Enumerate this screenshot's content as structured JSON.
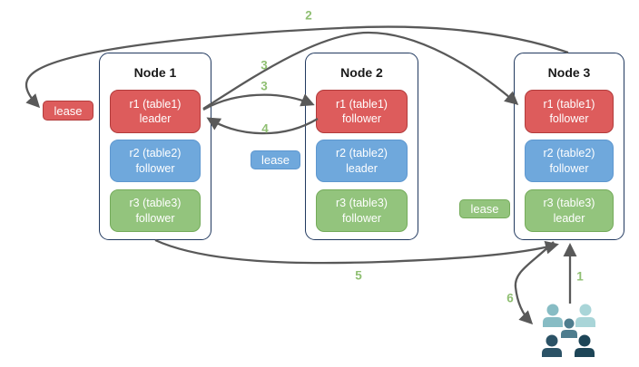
{
  "diagram_type": "replication-leaseholder-diagram",
  "colors": {
    "red_fill": "#dd5c5c",
    "red_border": "#b23b3b",
    "blue_fill": "#6fa8dc",
    "blue_border": "#5e97cf",
    "green_fill": "#93c47d",
    "green_border": "#74ab5a",
    "node_border": "#21395f",
    "node_fill": "#ffffff",
    "arrow": "#595959",
    "label_green": "#8fbf72",
    "title_color": "#1a1a1a",
    "users_1": "#87bcc4",
    "users_2": "#a9d5d8",
    "users_3": "#4e7d8e",
    "users_4": "#2b5266",
    "users_5": "#1d4557",
    "page_bg": "#ffffff"
  },
  "nodes": [
    {
      "title": "Node 1",
      "ranges": [
        {
          "label": "r1 (table1)",
          "role": "leader",
          "color": "red"
        },
        {
          "label": "r2 (table2)",
          "role": "follower",
          "color": "blue"
        },
        {
          "label": "r3 (table3)",
          "role": "follower",
          "color": "green"
        }
      ]
    },
    {
      "title": "Node 2",
      "ranges": [
        {
          "label": "r1 (table1)",
          "role": "follower",
          "color": "red"
        },
        {
          "label": "r2 (table2)",
          "role": "leader",
          "color": "blue"
        },
        {
          "label": "r3 (table3)",
          "role": "follower",
          "color": "green"
        }
      ]
    },
    {
      "title": "Node 3",
      "ranges": [
        {
          "label": "r1 (table1)",
          "role": "follower",
          "color": "red"
        },
        {
          "label": "r2 (table2)",
          "role": "follower",
          "color": "blue"
        },
        {
          "label": "r3 (table3)",
          "role": "leader",
          "color": "green"
        }
      ]
    }
  ],
  "leases": {
    "red": "lease",
    "blue": "lease",
    "green": "lease"
  },
  "steps": {
    "s1": "1",
    "s2": "2",
    "s3a": "3",
    "s3b": "3",
    "s4": "4",
    "s5": "5",
    "s6": "6"
  },
  "icons": {
    "users_group": "users-icon"
  }
}
